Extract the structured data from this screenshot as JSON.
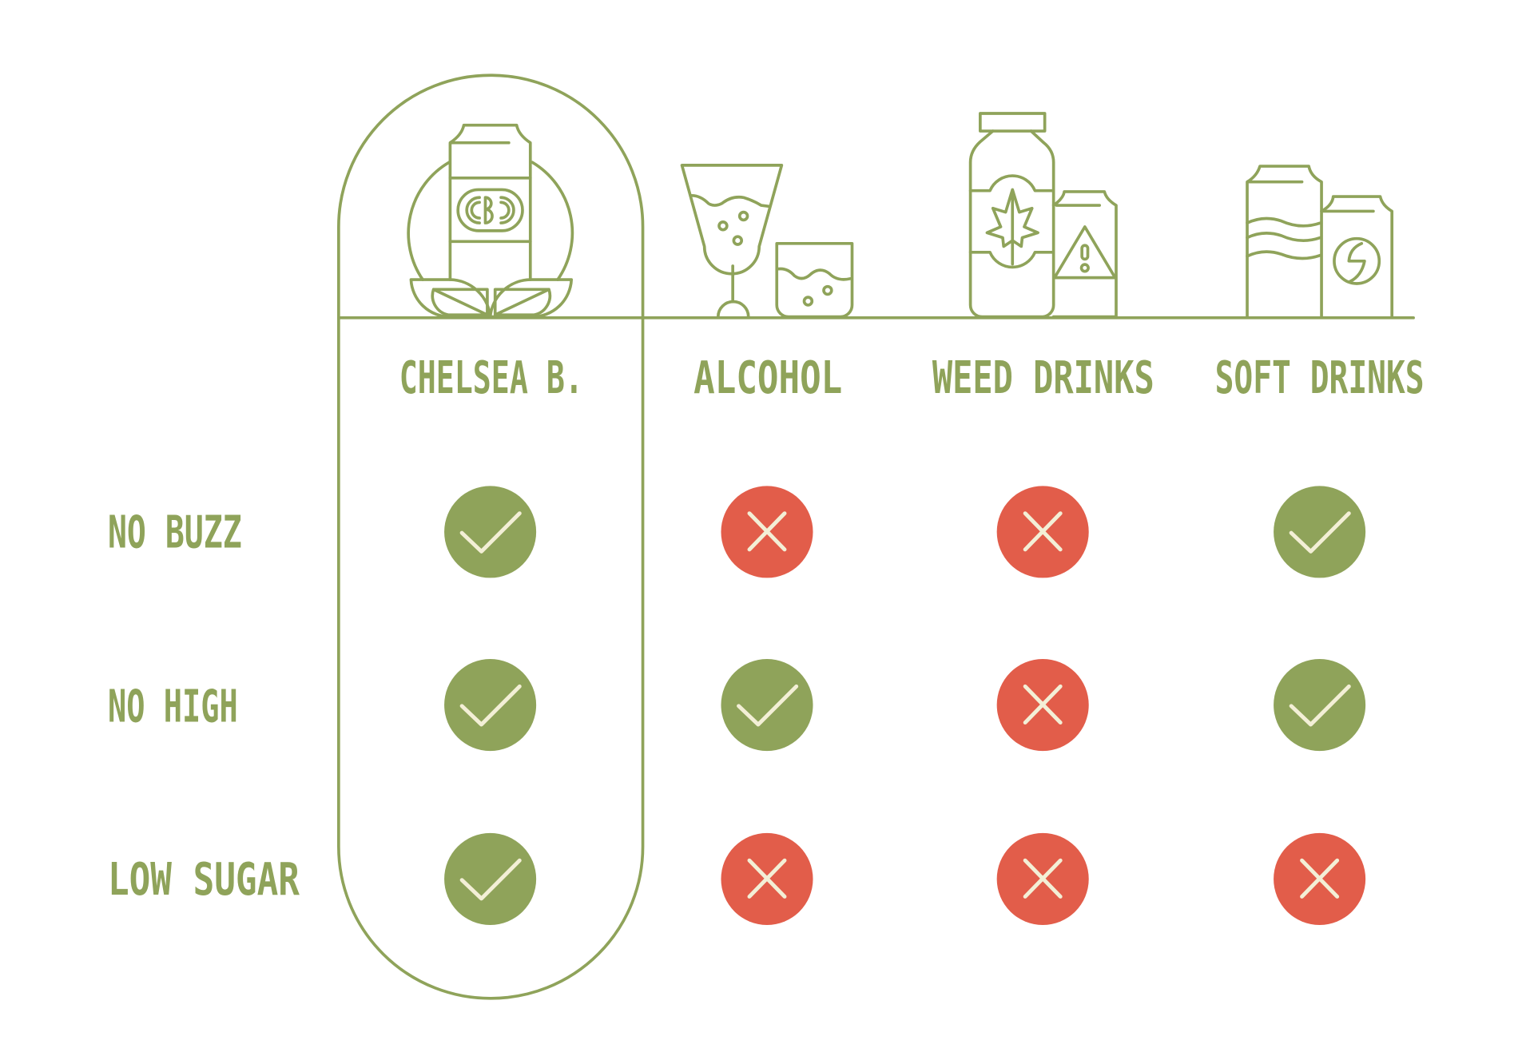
{
  "colors": {
    "green": "#8fa35a",
    "red": "#e25d4a",
    "mark": "#f3efd6"
  },
  "columns": [
    {
      "label": "CHELSEA B.",
      "icon": "cbd-can-icon"
    },
    {
      "label": "ALCOHOL",
      "icon": "wine-glass-and-tumbler-icon"
    },
    {
      "label": "WEED DRINKS",
      "icon": "cannabis-bottle-and-can-icon"
    },
    {
      "label": "SOFT DRINKS",
      "icon": "soda-cans-icon"
    }
  ],
  "rows": [
    {
      "label": "NO BUZZ",
      "values": [
        true,
        false,
        false,
        true
      ]
    },
    {
      "label": "NO HIGH",
      "values": [
        true,
        true,
        false,
        true
      ]
    },
    {
      "label": "LOW SUGAR",
      "values": [
        true,
        false,
        false,
        false
      ]
    }
  ]
}
